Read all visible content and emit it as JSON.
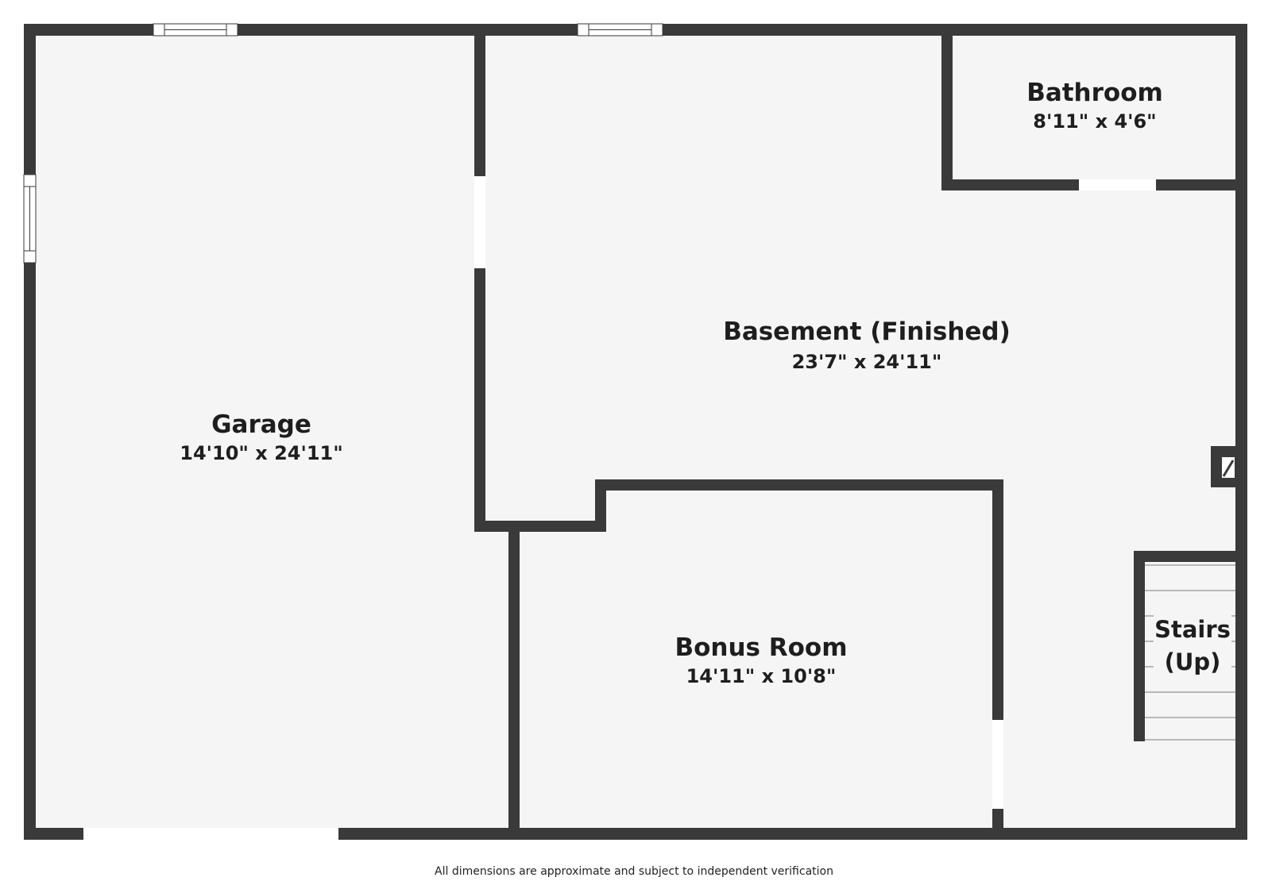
{
  "colors": {
    "wall": "#3a3a3a",
    "floor": "#f5f5f5",
    "opening": "#ffffff",
    "text": "#1e1e1e"
  },
  "rooms": {
    "garage": {
      "name": "Garage",
      "dims": "14'10\" x 24'11\""
    },
    "basement": {
      "name": "Basement (Finished)",
      "dims": "23'7\" x 24'11\""
    },
    "bathroom": {
      "name": "Bathroom",
      "dims": "8'11\" x 4'6\""
    },
    "bonus": {
      "name": "Bonus Room",
      "dims": "14'11\" x 10'8\""
    },
    "stairs": {
      "line1": "Stairs",
      "line2": "(Up)"
    }
  },
  "disclaimer": "All dimensions are approximate and subject to independent verification"
}
